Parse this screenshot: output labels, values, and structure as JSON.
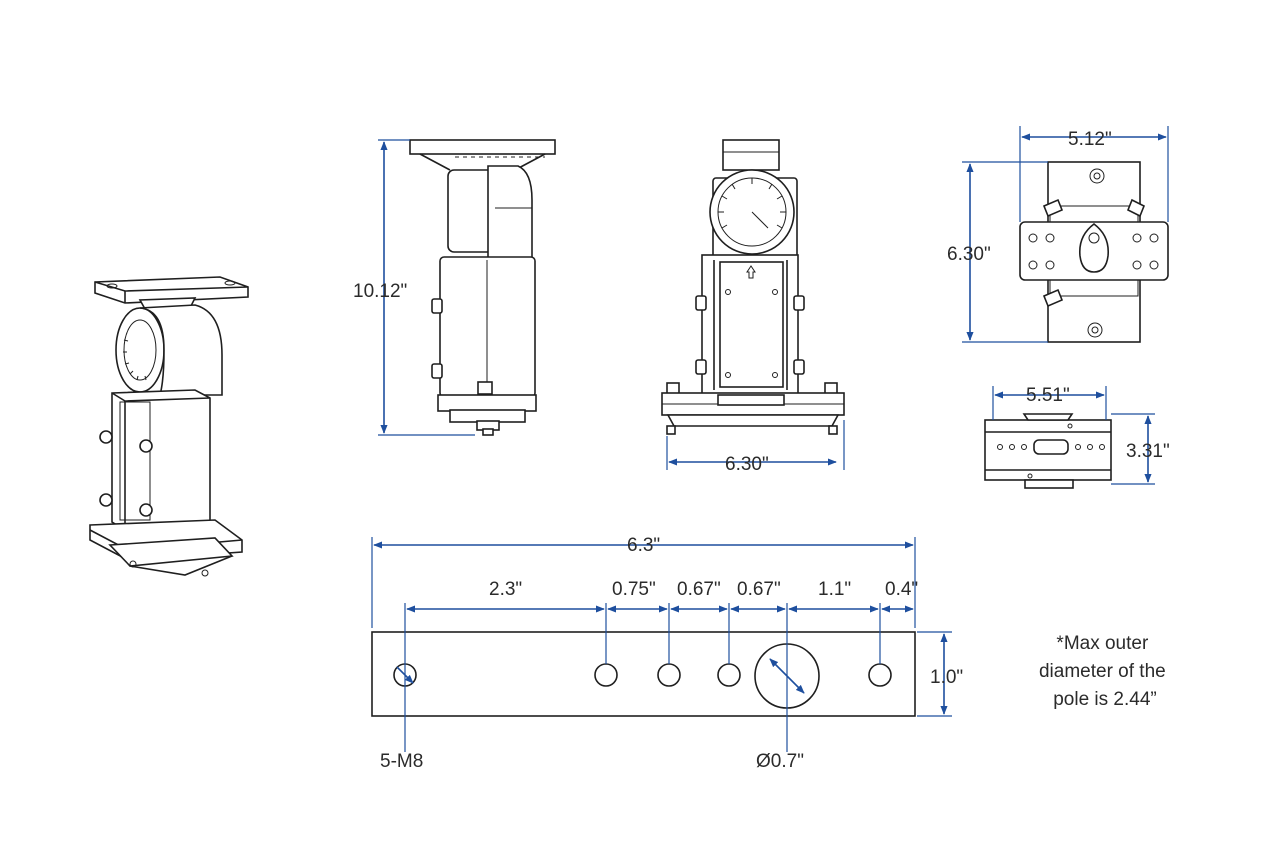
{
  "colors": {
    "dimension": "#1e4f9e",
    "outline": "#1f1f1f",
    "text": "#2b2b2b",
    "background": "#ffffff"
  },
  "side_view": {
    "height_label": "10.12\""
  },
  "front_view": {
    "width_label": "6.30\""
  },
  "top_plate": {
    "width_label": "5.12\"",
    "height_label": "6.30\""
  },
  "bottom_bracket": {
    "width_label": "5.51\"",
    "height_label": "3.31\""
  },
  "hole_plate": {
    "overall_label": "6.3\"",
    "segments": [
      "2.3\"",
      "0.75\"",
      "0.67\"",
      "0.67\"",
      "1.1\"",
      "0.4\""
    ],
    "height_label": "1.0\"",
    "holes_label": "5-M8",
    "center_hole_label": "Ø0.7\""
  },
  "note": {
    "lines": [
      "*Max outer",
      "diameter of the",
      "pole is 2.44”"
    ]
  }
}
